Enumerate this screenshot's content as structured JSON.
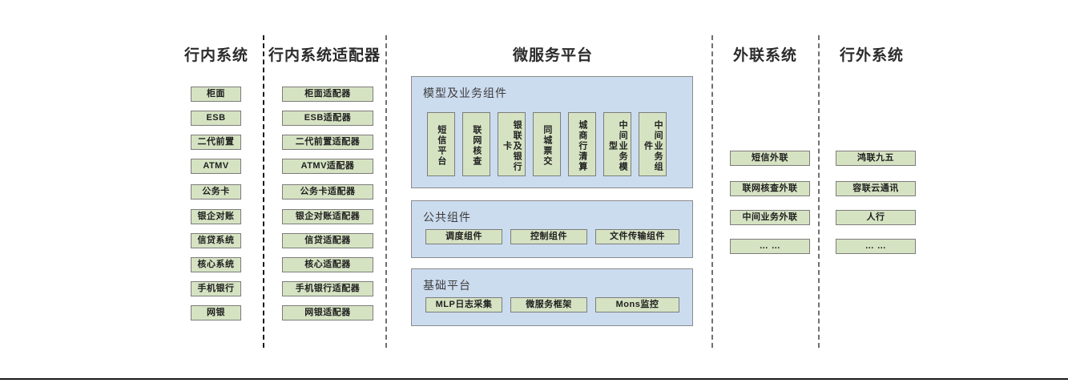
{
  "diagram": {
    "columns": [
      {
        "id": "in-bank-systems",
        "title": "行内系统",
        "items": [
          "柜面",
          "ESB",
          "二代前置",
          "ATMV",
          "公务卡",
          "银企对账",
          "信贷系统",
          "核心系统",
          "手机银行",
          "网银"
        ]
      },
      {
        "id": "in-bank-adapters",
        "title": "行内系统适配器",
        "items": [
          "柜面适配器",
          "ESB适配器",
          "二代前置适配器",
          "ATMV适配器",
          "公务卡适配器",
          "银企对账适配器",
          "信贷适配器",
          "核心适配器",
          "手机银行适配器",
          "网银适配器"
        ]
      },
      {
        "id": "microservice-platform",
        "title": "微服务平台",
        "panels": [
          {
            "id": "model-business-components",
            "title": "模型及业务组件",
            "items": [
              "短信平台",
              "联网核查",
              "银联及银行卡",
              "同城票交",
              "城商行清算",
              "中间业务模型",
              "中间业务组件"
            ]
          },
          {
            "id": "public-components",
            "title": "公共组件",
            "items": [
              "调度组件",
              "控制组件",
              "文件传输组件"
            ]
          },
          {
            "id": "base-platform",
            "title": "基础平台",
            "items": [
              "MLP日志采集",
              "微服务框架",
              "Mons监控"
            ]
          }
        ]
      },
      {
        "id": "external-link-systems",
        "title": "外联系统",
        "items": [
          "短信外联",
          "联网核查外联",
          "中间业务外联",
          "… …"
        ]
      },
      {
        "id": "off-bank-systems",
        "title": "行外系统",
        "items": [
          "鸿联九五",
          "容联云通讯",
          "人行",
          "… …"
        ]
      }
    ],
    "colors": {
      "leaf_fill": "#d6e3c3",
      "leaf_border": "#7c7c7c",
      "panel_fill": "#ccdcef",
      "panel_border": "#8a8a8a",
      "title_text": "#2b2b2b",
      "divider": "#6f6f6f",
      "background": "#ffffff"
    }
  }
}
